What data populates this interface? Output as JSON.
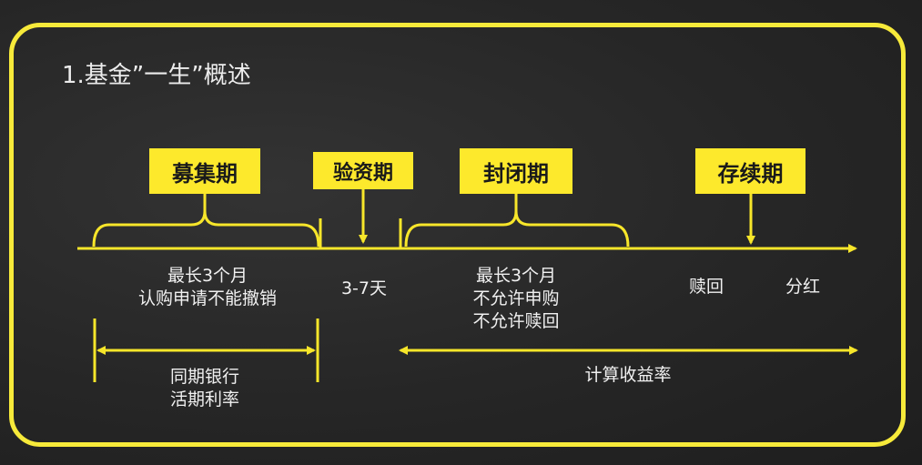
{
  "title": "1.基金”一生”概述",
  "stages": {
    "raising": "募集期",
    "verification": "验资期",
    "closed": "封闭期",
    "duration": "存续期"
  },
  "notes": {
    "raising_line1": "最长3个月",
    "raising_line2": "认购申请不能撤销",
    "verification_days": "3-7天",
    "closed_line1": "最长3个月",
    "closed_line2": "不允许申购",
    "closed_line3": "不允许赎回",
    "redeem": "赎回",
    "dividend": "分红",
    "bank_line1": "同期银行",
    "bank_line2": "活期利率",
    "yield": "计算收益率"
  },
  "colors": {
    "accent": "#fde92c",
    "frame": "#f7ea3a",
    "background": "#262626",
    "text": "#f0f0f0"
  }
}
